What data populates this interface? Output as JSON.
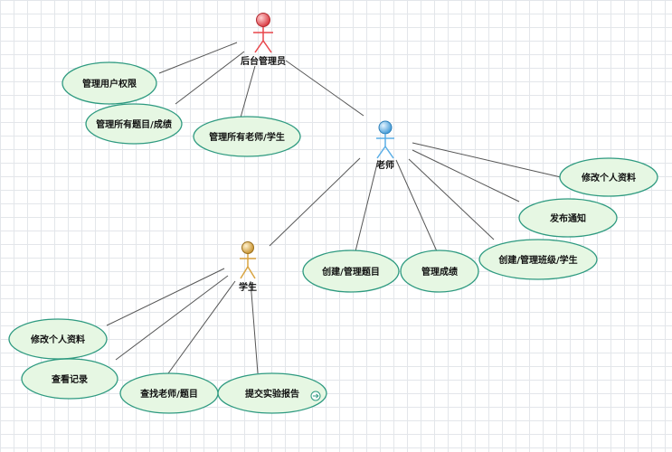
{
  "actors": {
    "admin": {
      "label": "后台管理员",
      "color": "#e8454a"
    },
    "teacher": {
      "label": "老师",
      "color": "#5aaee6"
    },
    "student": {
      "label": "学生",
      "color": "#d9a441"
    }
  },
  "use_cases": {
    "admin_permissions": "管理用户权限",
    "admin_topics_scores": "管理所有题目/成绩",
    "admin_teachers_students": "管理所有老师/学生",
    "teacher_profile": "修改个人资料",
    "teacher_notice": "发布通知",
    "teacher_class": "创建/管理班级/学生",
    "teacher_topics": "创建/管理题目",
    "teacher_scores": "管理成绩",
    "student_profile": "修改个人资料",
    "student_records": "查看记录",
    "student_find": "查找老师/题目",
    "student_report": "提交实验报告"
  },
  "style": {
    "ellipse_fill": "#e6f7e3",
    "ellipse_stroke": "#2e9a80",
    "line_color": "#555555"
  }
}
